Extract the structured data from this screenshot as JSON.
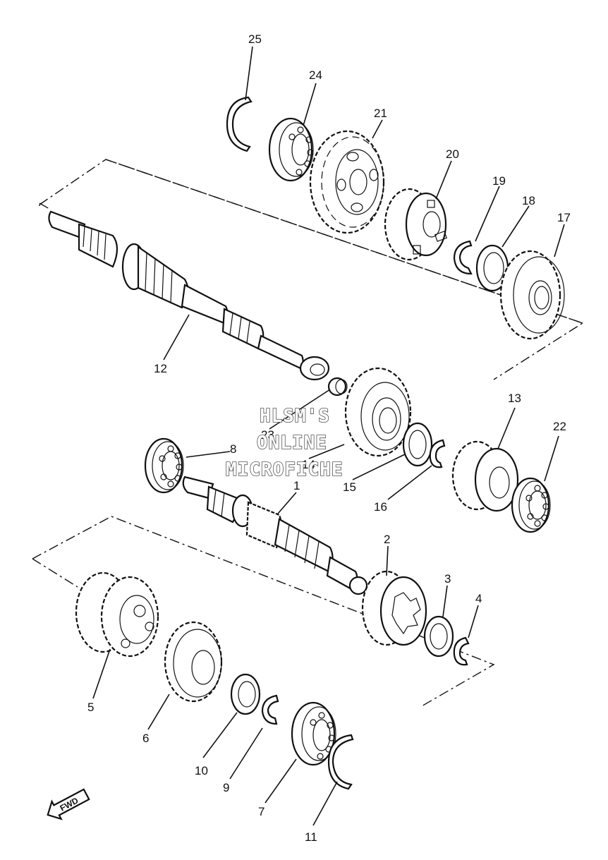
{
  "watermark": {
    "line1": "HLSM'S",
    "line2": "ONLINE",
    "line3": "MICROFICHE"
  },
  "direction_arrow": {
    "label": "FWD"
  },
  "callouts": [
    {
      "id": "p1",
      "num": "1"
    },
    {
      "id": "p2",
      "num": "2"
    },
    {
      "id": "p3",
      "num": "3"
    },
    {
      "id": "p4",
      "num": "4"
    },
    {
      "id": "p5",
      "num": "5"
    },
    {
      "id": "p6",
      "num": "6"
    },
    {
      "id": "p7",
      "num": "7"
    },
    {
      "id": "p8",
      "num": "8"
    },
    {
      "id": "p9",
      "num": "9"
    },
    {
      "id": "p10",
      "num": "10"
    },
    {
      "id": "p11",
      "num": "11"
    },
    {
      "id": "p12",
      "num": "12"
    },
    {
      "id": "p13",
      "num": "13"
    },
    {
      "id": "p14",
      "num": "14"
    },
    {
      "id": "p15",
      "num": "15"
    },
    {
      "id": "p16",
      "num": "16"
    },
    {
      "id": "p17",
      "num": "17"
    },
    {
      "id": "p18",
      "num": "18"
    },
    {
      "id": "p19",
      "num": "19"
    },
    {
      "id": "p20",
      "num": "20"
    },
    {
      "id": "p21",
      "num": "21"
    },
    {
      "id": "p22",
      "num": "22"
    },
    {
      "id": "p23",
      "num": "23"
    },
    {
      "id": "p24",
      "num": "24"
    },
    {
      "id": "p25",
      "num": "25"
    }
  ]
}
